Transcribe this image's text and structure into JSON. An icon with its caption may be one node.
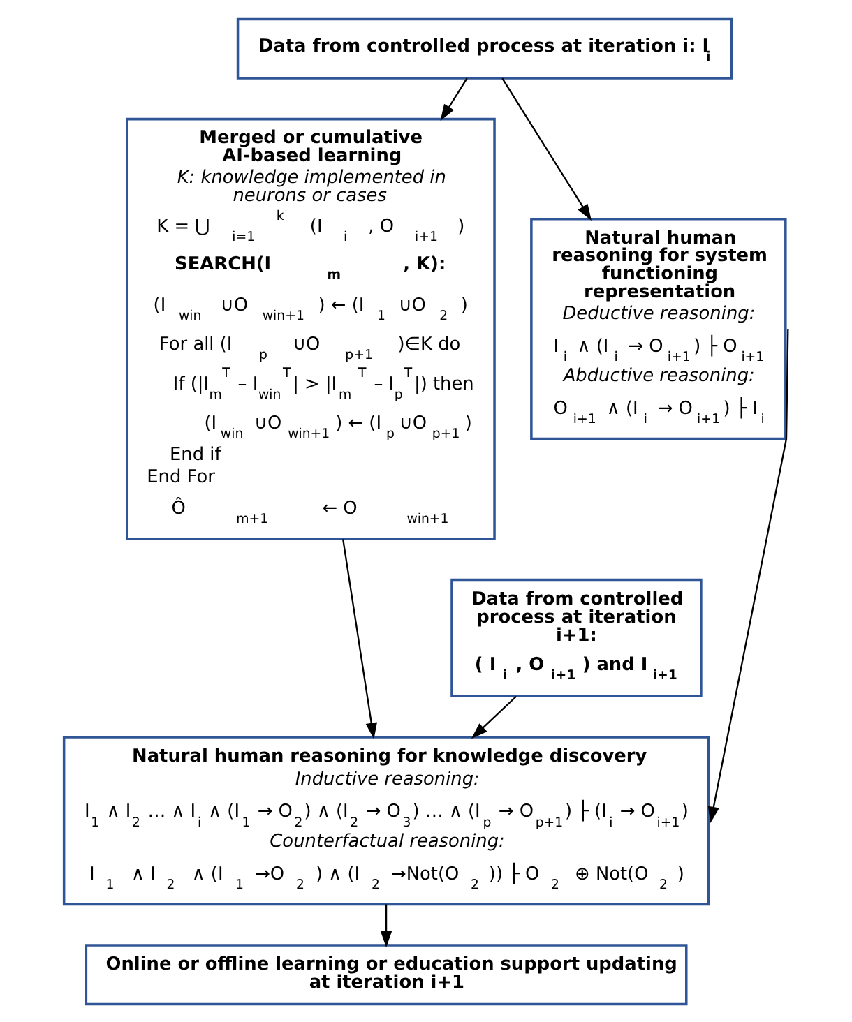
{
  "diagram": {
    "nodes": [
      {
        "text": [
          "Data from controlled process at iteration i: I$_{i}$"
        ]
      },
      {
        "text": [
          "Merged or cumulative AI-based learning",
          "K: knowledge implemented in neurons or cases",
          "K = ⋃$_{i=1}$$^{k}$ (I$_{i}$, O$_{i+1}$)",
          "SEARCH(I$_{m}$ , K):",
          "(I$_{win}$ ∪O$_{win+1}$) ← (I$_{1}$∪O$_{2}$)",
          "For all (I$_{p}$∪O$_{p+1}$)∈K do",
          "If (|I$_{m}$$^{T}$ – I$_{win}$$^{T}$| > |I$_{m}$ $^{T}$ – I$_{p}$$^{T}$|) then",
          "(I$_{win}$ ∪O$_{win+1}$) ← (I$_{p}$∪O$_{p+1}$)",
          "End if",
          "End For",
          "Ô$_{m+1}$ ← O$_{win+1}$"
        ]
      },
      {
        "text": [
          "Natural human reasoning for system functioning representation",
          "Deductive reasoning:",
          "I$_{i}$ ∧ (I$_{i}$ → O$_{i+1}$) ├ O$_{i+1}$",
          "Abductive reasoning:",
          "O$_{i+1}$ ∧ (I$_{i}$ → O$_{i+1}$) ├ I$_{i}$"
        ]
      },
      {
        "text": [
          "Data from controlled process at iteration i+1:",
          "( I$_{i}$, O$_{i+1}$) and I$_{i+1}$"
        ]
      },
      {
        "text": [
          "Natural human reasoning for knowledge discovery",
          "Inductive reasoning:",
          "I$_{1}$ ∧ I$_{2}$ … ∧ I$_{i}$ ∧ (I$_{1}$ → O$_{2}$) ∧ (I$_{2}$ → O$_{3}$) … ∧ (I$_{p}$ → O$_{p+1}$) ├ (I$_{i}$ → O$_{i+1}$)",
          "Counterfactual reasoning:",
          "I$_{1}$ ∧ I$_{2}$ ∧ (I$_{1}$→O$_{2}$) ∧ (I$_{2}$→Not(O$_{2}$)) ├ O$_{2}$ ⊕ Not(O$_{2}$)"
        ]
      },
      {
        "text": [
          "Online or offline learning or education support updating  at iteration i+1"
        ]
      }
    ],
    "edges": [
      {
        "from": 0,
        "to": 1,
        "arrow": "to"
      },
      {
        "from": 0,
        "to": 2,
        "arrow": "to"
      },
      {
        "from": 1,
        "to": 4,
        "arrow": "to"
      },
      {
        "from": 3,
        "to": 4,
        "arrow": "to"
      },
      {
        "from": 2,
        "to": 4,
        "arrow": "to"
      },
      {
        "from": 4,
        "to": 5,
        "arrow": "to"
      }
    ]
  }
}
